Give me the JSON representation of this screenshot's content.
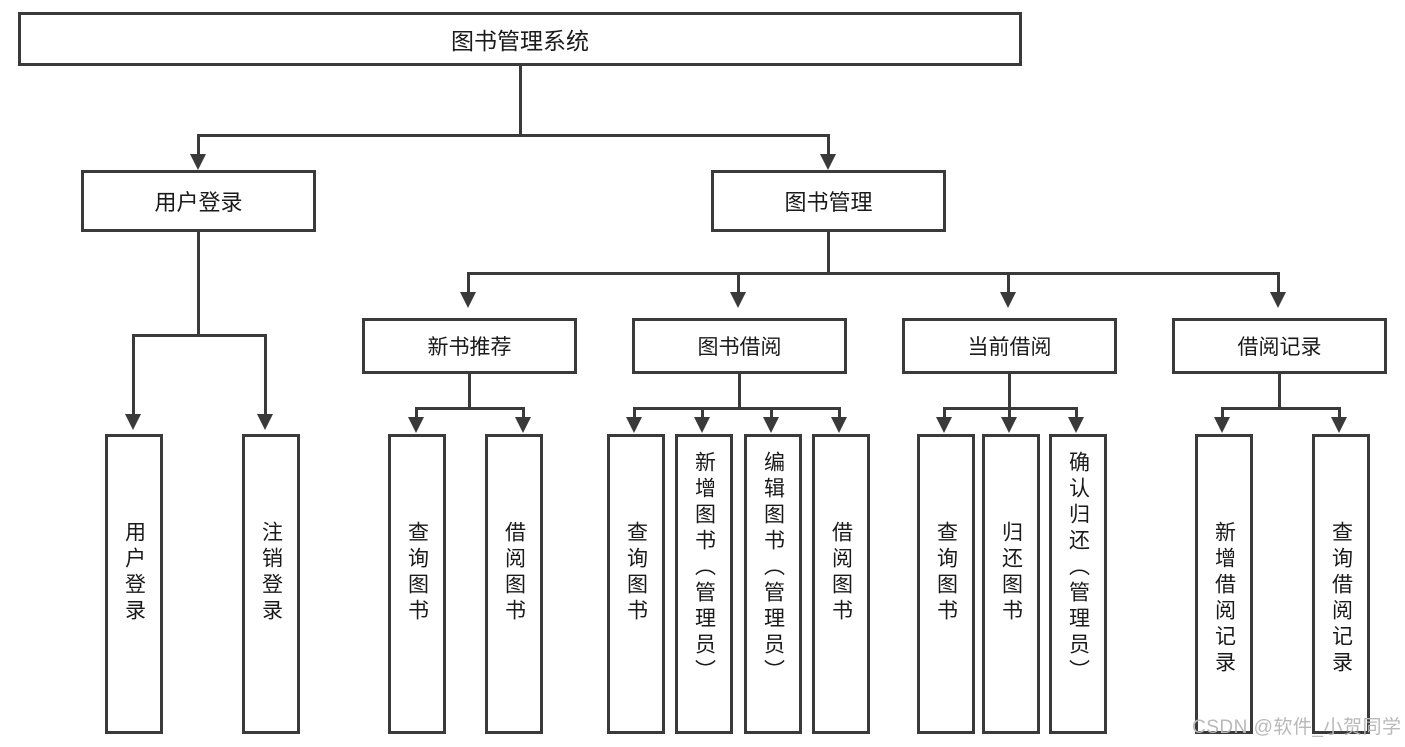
{
  "diagram": {
    "type": "tree",
    "title": "图书管理系统",
    "root": {
      "label": "图书管理系统"
    },
    "level2": [
      {
        "label": "用户登录"
      },
      {
        "label": "图书管理"
      }
    ],
    "level3": [
      {
        "label": "新书推荐"
      },
      {
        "label": "图书借阅"
      },
      {
        "label": "当前借阅"
      },
      {
        "label": "借阅记录"
      }
    ],
    "leaves": {
      "user_login": [
        {
          "label": "用户登录"
        },
        {
          "label": "注销登录"
        }
      ],
      "new_book_recommend": [
        {
          "label": "查询图书"
        },
        {
          "label": "借阅图书"
        }
      ],
      "book_borrow": [
        {
          "label": "查询图书"
        },
        {
          "label": "新增图书（管理员）"
        },
        {
          "label": "编辑图书（管理员）"
        },
        {
          "label": "借阅图书"
        }
      ],
      "current_borrow": [
        {
          "label": "查询图书"
        },
        {
          "label": "归还图书"
        },
        {
          "label": "确认归还（管理员）"
        }
      ],
      "borrow_record": [
        {
          "label": "新增借阅记录"
        },
        {
          "label": "查询借阅记录"
        }
      ]
    }
  },
  "watermark": {
    "text": "CSDN @软件_小贺同学"
  },
  "colors": {
    "border": "#3a3a3a",
    "text": "#1a1a1a",
    "background": "#ffffff",
    "watermark": "#b9b9b9"
  }
}
